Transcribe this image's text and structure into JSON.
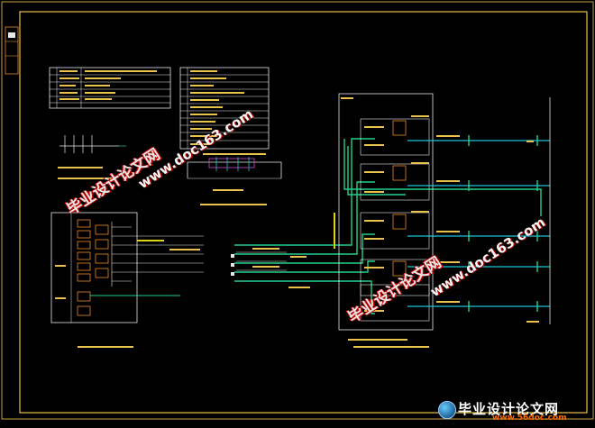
{
  "watermarks": {
    "site_cn": "毕业设计论文网",
    "site_url": "www.doc163.com",
    "footer_cn": "毕业设计论文网",
    "footer_url": "www.56doc.com"
  },
  "colors": {
    "background": "#000000",
    "frame": "#e8c24a",
    "wire_green": "#25d08a",
    "cyan": "#19c8d8",
    "white": "#e8e8e8",
    "orange": "#e88a2a",
    "magenta": "#d04ad0",
    "yellow": "#e0d020"
  }
}
